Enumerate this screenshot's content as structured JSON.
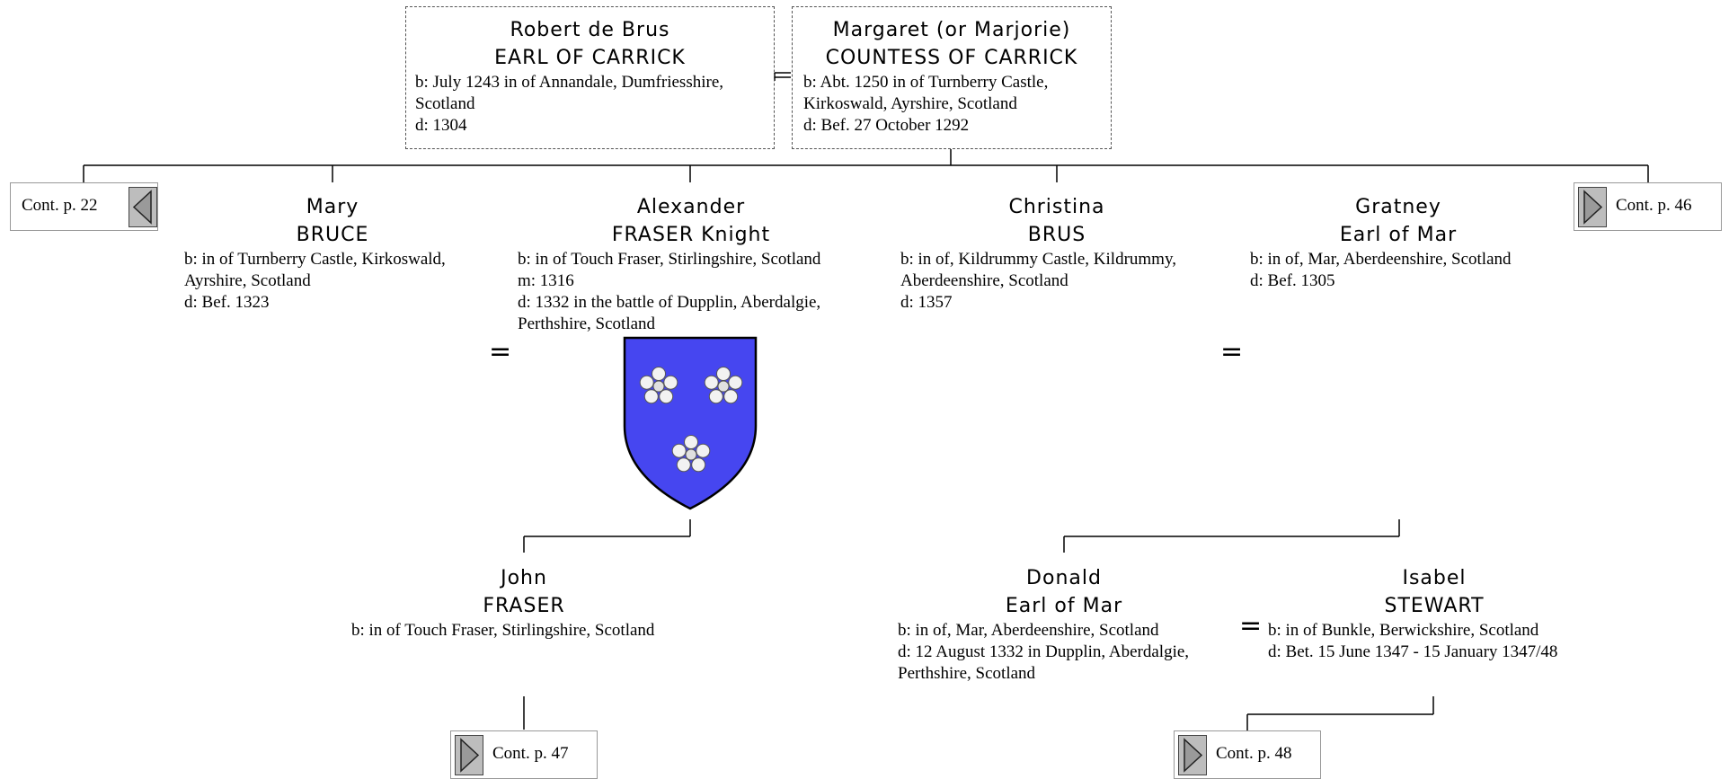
{
  "parents": {
    "father": {
      "given": "Robert de Brus",
      "surname": "EARL OF CARRICK",
      "info": [
        "b: July 1243 in of Annandale, Dumfriesshire,",
        "Scotland",
        "d: 1304"
      ]
    },
    "mother": {
      "given": "Margaret (or Marjorie)",
      "surname": "COUNTESS OF CARRICK",
      "info": [
        "b: Abt. 1250 in of Turnberry Castle,",
        "Kirkoswald, Ayrshire, Scotland",
        "d: Bef. 27 October 1292"
      ]
    }
  },
  "children": {
    "mary": {
      "given": "Mary",
      "surname": "BRUCE",
      "info": [
        "b: in of Turnberry Castle, Kirkoswald,",
        "Ayrshire, Scotland",
        "d: Bef. 1323"
      ]
    },
    "alexander": {
      "given": "Alexander",
      "surname": "FRASER Knight",
      "info": [
        "b: in of Touch Fraser, Stirlingshire, Scotland",
        "m: 1316",
        "d: 1332 in the battle of Dupplin, Aberdalgie,",
        "Perthshire, Scotland"
      ]
    },
    "christina": {
      "given": "Christina",
      "surname": "BRUS",
      "info": [
        "b: in of, Kildrummy Castle, Kildrummy,",
        "Aberdeenshire, Scotland",
        "d: 1357"
      ]
    },
    "gratney": {
      "given": "Gratney",
      "surname": "Earl of Mar",
      "info": [
        "b: in of, Mar, Aberdeenshire, Scotland",
        "d: Bef. 1305"
      ]
    }
  },
  "grandchildren": {
    "john": {
      "given": "John",
      "surname": "FRASER",
      "info": [
        "b: in of Touch Fraser, Stirlingshire, Scotland"
      ]
    },
    "donald": {
      "given": "Donald",
      "surname": "Earl of Mar",
      "info": [
        "b: in of, Mar, Aberdeenshire, Scotland",
        "d: 12 August 1332 in Dupplin, Aberdalgie,",
        "Perthshire, Scotland"
      ]
    },
    "isabel": {
      "given": "Isabel",
      "surname": "STEWART",
      "info": [
        "b: in of Bunkle, Berwickshire, Scotland",
        "d: Bet. 15 June 1347 - 15 January 1347/48"
      ]
    }
  },
  "marriage_symbol": "=",
  "continuations": {
    "left": "Cont. p. 22",
    "right": "Cont. p. 46",
    "john": "Cont. p. 47",
    "donald": "Cont. p. 48"
  },
  "colors": {
    "shield": "#4646f0",
    "line": "#000000",
    "button": "#bdbdbd"
  },
  "icons": {
    "shield": "coat-of-arms-icon",
    "back": "arrow-left-icon",
    "forward": "arrow-right-icon"
  }
}
